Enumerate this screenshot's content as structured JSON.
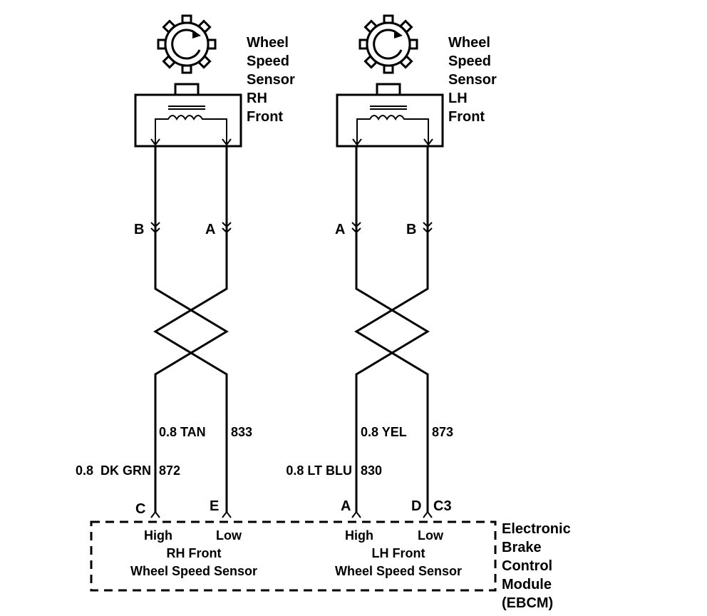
{
  "sensors": [
    {
      "label": [
        "Wheel",
        "Speed",
        "Sensor",
        "RH",
        "Front"
      ],
      "pin_left": "B",
      "pin_right": "A"
    },
    {
      "label": [
        "Wheel",
        "Speed",
        "Sensor",
        "LH",
        "Front"
      ],
      "pin_left": "A",
      "pin_right": "B"
    }
  ],
  "wires": {
    "rh_high": {
      "gauge_color": "0.8  DK GRN",
      "circuit": "872",
      "terminal": "C"
    },
    "rh_low": {
      "gauge_color": "0.8 TAN",
      "circuit": "833",
      "terminal": "E"
    },
    "lh_high": {
      "gauge_color": "0.8 LT BLU",
      "circuit": "830",
      "terminal": "A"
    },
    "lh_low": {
      "gauge_color": "0.8 YEL",
      "circuit": "873",
      "terminal": "D"
    }
  },
  "connector": "C3",
  "module": {
    "label": [
      "Electronic",
      "Brake",
      "Control",
      "Module",
      "(EBCM)"
    ],
    "rh": {
      "high": "High",
      "low": "Low",
      "name1": "RH Front",
      "name2": "Wheel Speed Sensor"
    },
    "lh": {
      "high": "High",
      "low": "Low",
      "name1": "LH Front",
      "name2": "Wheel Speed Sensor"
    }
  },
  "colors": {
    "ink": "#000000",
    "background": "#ffffff"
  }
}
